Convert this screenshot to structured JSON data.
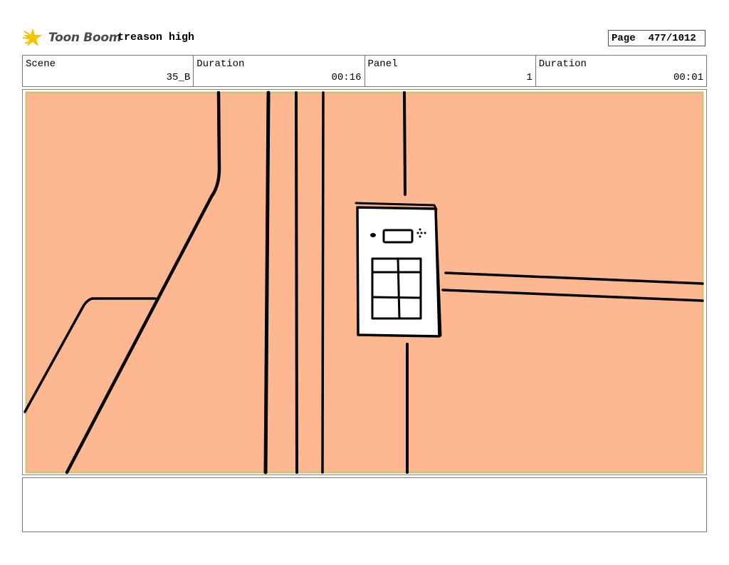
{
  "header": {
    "logo_text": "Toon Boom",
    "project_title": "treason high",
    "page_label": "Page",
    "page_value": "477/1012"
  },
  "info": {
    "scene_label": "Scene",
    "scene_value": "35_B",
    "duration_label": "Duration",
    "duration_value": "00:16",
    "panel_label": "Panel",
    "panel_value": "1",
    "panel_duration_label": "Duration",
    "panel_duration_value": "00:01"
  },
  "panel": {
    "background_color": "#fdb891",
    "border_color": "#d6c07a",
    "ink_color": "#000000"
  },
  "icons": {
    "logo": "toon-boom-star-icon"
  }
}
